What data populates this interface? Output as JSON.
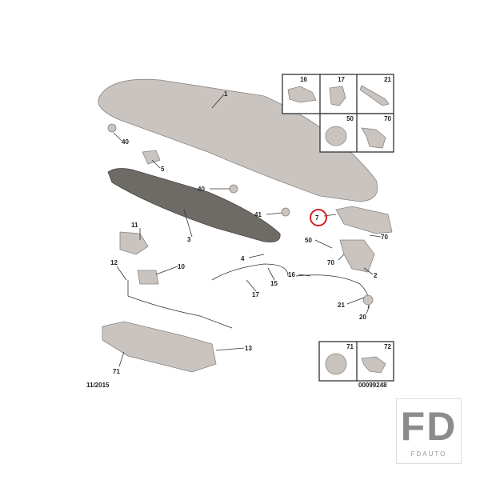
{
  "diagram": {
    "date_code": "11/2015",
    "reference": "00099248",
    "callouts": [
      "1",
      "40",
      "5",
      "40",
      "41",
      "7",
      "70",
      "50",
      "70",
      "3",
      "11",
      "4",
      "12",
      "10",
      "15",
      "16",
      "17",
      "2",
      "21",
      "20",
      "13",
      "71"
    ],
    "inset_top": [
      "16",
      "17",
      "21",
      "50",
      "70"
    ],
    "inset_bottom": [
      "71",
      "72"
    ],
    "highlight_color": "#d42020"
  },
  "logo": {
    "mark": "FD",
    "name": "FDAUTO"
  }
}
